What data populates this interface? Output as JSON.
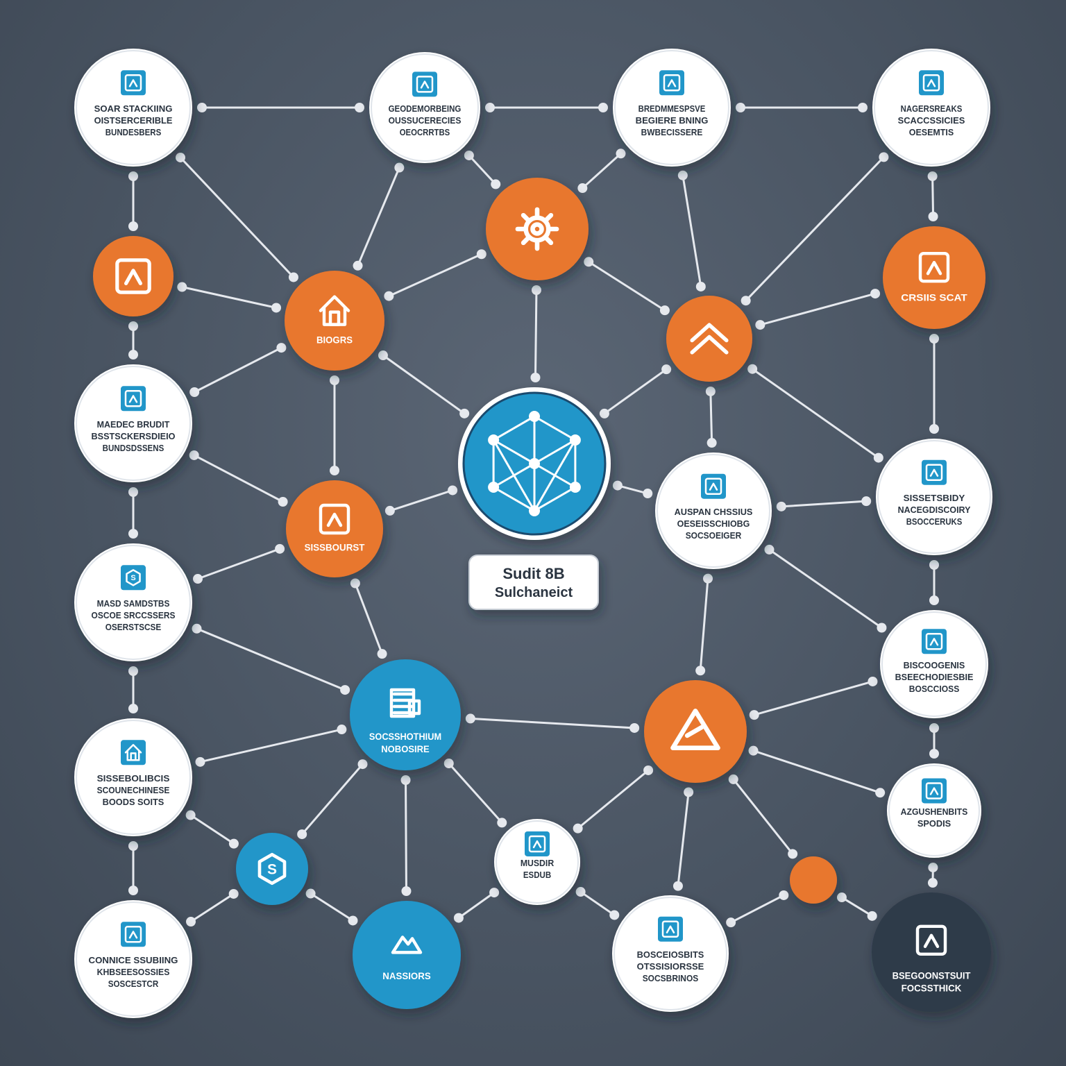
{
  "colors": {
    "background": "#4a5563",
    "white_node": "#ffffff",
    "orange_node": "#e8772e",
    "blue_node": "#2196c9",
    "dark_node": "#2f3a48",
    "text_dark": "#2a3440",
    "text_blue": "#1c87bf",
    "connector": "#e6e9ee"
  },
  "center_hub": {
    "icon": "network-cube-icon",
    "label_line1": "Sudit 8B",
    "label_line2": "Sulchaneict"
  },
  "nodes": [
    {
      "id": "n1",
      "style": "white",
      "icon": "person-icon",
      "lines": [
        "SOAR STACKIING",
        "OISTSERCERIBLE",
        "BUNDESBERS"
      ]
    },
    {
      "id": "n2",
      "style": "white",
      "icon": "wrench-icon",
      "lines": [
        "GEODEMORBEING",
        "OUSSUCERECIES",
        "OEOCRRTBS"
      ]
    },
    {
      "id": "n3",
      "style": "white",
      "icon": "number-2-icon",
      "lines": [
        "BREDMMESPSVE",
        "BEGIERE BNING",
        "BWBECISSERE"
      ]
    },
    {
      "id": "n4",
      "style": "white",
      "icon": "tools-icon",
      "lines": [
        "NAGERSREAKS",
        "SCACCSSICIES",
        "OESEMTIS"
      ]
    },
    {
      "id": "n5",
      "style": "orange",
      "icon": "gear-icon",
      "lines": []
    },
    {
      "id": "n6",
      "style": "orange",
      "icon": "package-search-icon",
      "lines": []
    },
    {
      "id": "n7",
      "style": "orange",
      "icon": "house-icon",
      "lines": [
        "BIOGRS"
      ]
    },
    {
      "id": "n8",
      "style": "orange",
      "icon": "chevron-up-icon",
      "lines": []
    },
    {
      "id": "n9",
      "style": "orange",
      "icon": "home-chart-icon",
      "lines": [
        "CRSIIS SCAT"
      ]
    },
    {
      "id": "n10",
      "style": "white",
      "icon": "person-lift-icon",
      "lines": [
        "MAEDEC BRUDIT",
        "BSSTSCKERSDIEIO",
        "BUNDSDSSENS"
      ]
    },
    {
      "id": "n11",
      "style": "white",
      "icon": "document-p-icon",
      "lines": [
        "AUSPAN CHSSIUS",
        "OESEISSCHIOBG",
        "SOCSOEIGER"
      ]
    },
    {
      "id": "n12",
      "style": "white",
      "icon": "person-box-icon",
      "lines": [
        "SISSETSBIDY",
        "NACEGDISCOIRY",
        "BSOCCERUKS"
      ]
    },
    {
      "id": "n13",
      "style": "orange",
      "icon": "target-icon",
      "lines": [
        "SISSBOURST"
      ]
    },
    {
      "id": "n14",
      "style": "white",
      "icon": "s-badge-icon",
      "lines": [
        "MASD SAMDSTBS",
        "OSCOE SRCCSSERS",
        "OSERSTSCSE"
      ]
    },
    {
      "id": "n15",
      "style": "white",
      "icon": "lock-icon",
      "lines": [
        "BISCOOGENIS",
        "BSEECHODIESBIE",
        "BOSCCIOSS"
      ]
    },
    {
      "id": "n16",
      "style": "blue",
      "icon": "server-doc-icon",
      "lines": [
        "SOCSSHOTHIUM",
        "NOBOSIRE"
      ]
    },
    {
      "id": "n17",
      "style": "orange",
      "icon": "warning-icon",
      "lines": []
    },
    {
      "id": "n18",
      "style": "white",
      "icon": "home-icon",
      "lines": [
        "SISSEBOLIBCIS",
        "SCOUNECHINESE",
        "BOODS SOITS"
      ]
    },
    {
      "id": "n19",
      "style": "white",
      "icon": "users-icon",
      "lines": [
        "AZGUSHENBITS",
        "SPODIS"
      ]
    },
    {
      "id": "n20",
      "style": "blue",
      "icon": "s-hexagon-icon",
      "lines": []
    },
    {
      "id": "n21",
      "style": "white",
      "icon": "tag-icon",
      "lines": [
        "MUSDIR",
        "ESDUB"
      ]
    },
    {
      "id": "n22",
      "style": "orange",
      "icon": "dot-icon",
      "lines": []
    },
    {
      "id": "n23",
      "style": "white",
      "icon": "bookmark-icon",
      "lines": [
        "CONNICE SSUBIING",
        "KHBSEESOSSIES",
        "SOSCESTCR"
      ]
    },
    {
      "id": "n24",
      "style": "blue",
      "icon": "mountain-icon",
      "lines": [
        "NASSIORS"
      ]
    },
    {
      "id": "n25",
      "style": "white",
      "icon": "flag-icon",
      "lines": [
        "BOSCEIOSBITS",
        "OTSSISIORSSE",
        "SOCSBRINOS"
      ]
    },
    {
      "id": "n26",
      "style": "dark",
      "icon": "home-shield-icon",
      "lines": [
        "BSEGOONSTSUIT",
        "FOCSSTHICK"
      ]
    }
  ]
}
